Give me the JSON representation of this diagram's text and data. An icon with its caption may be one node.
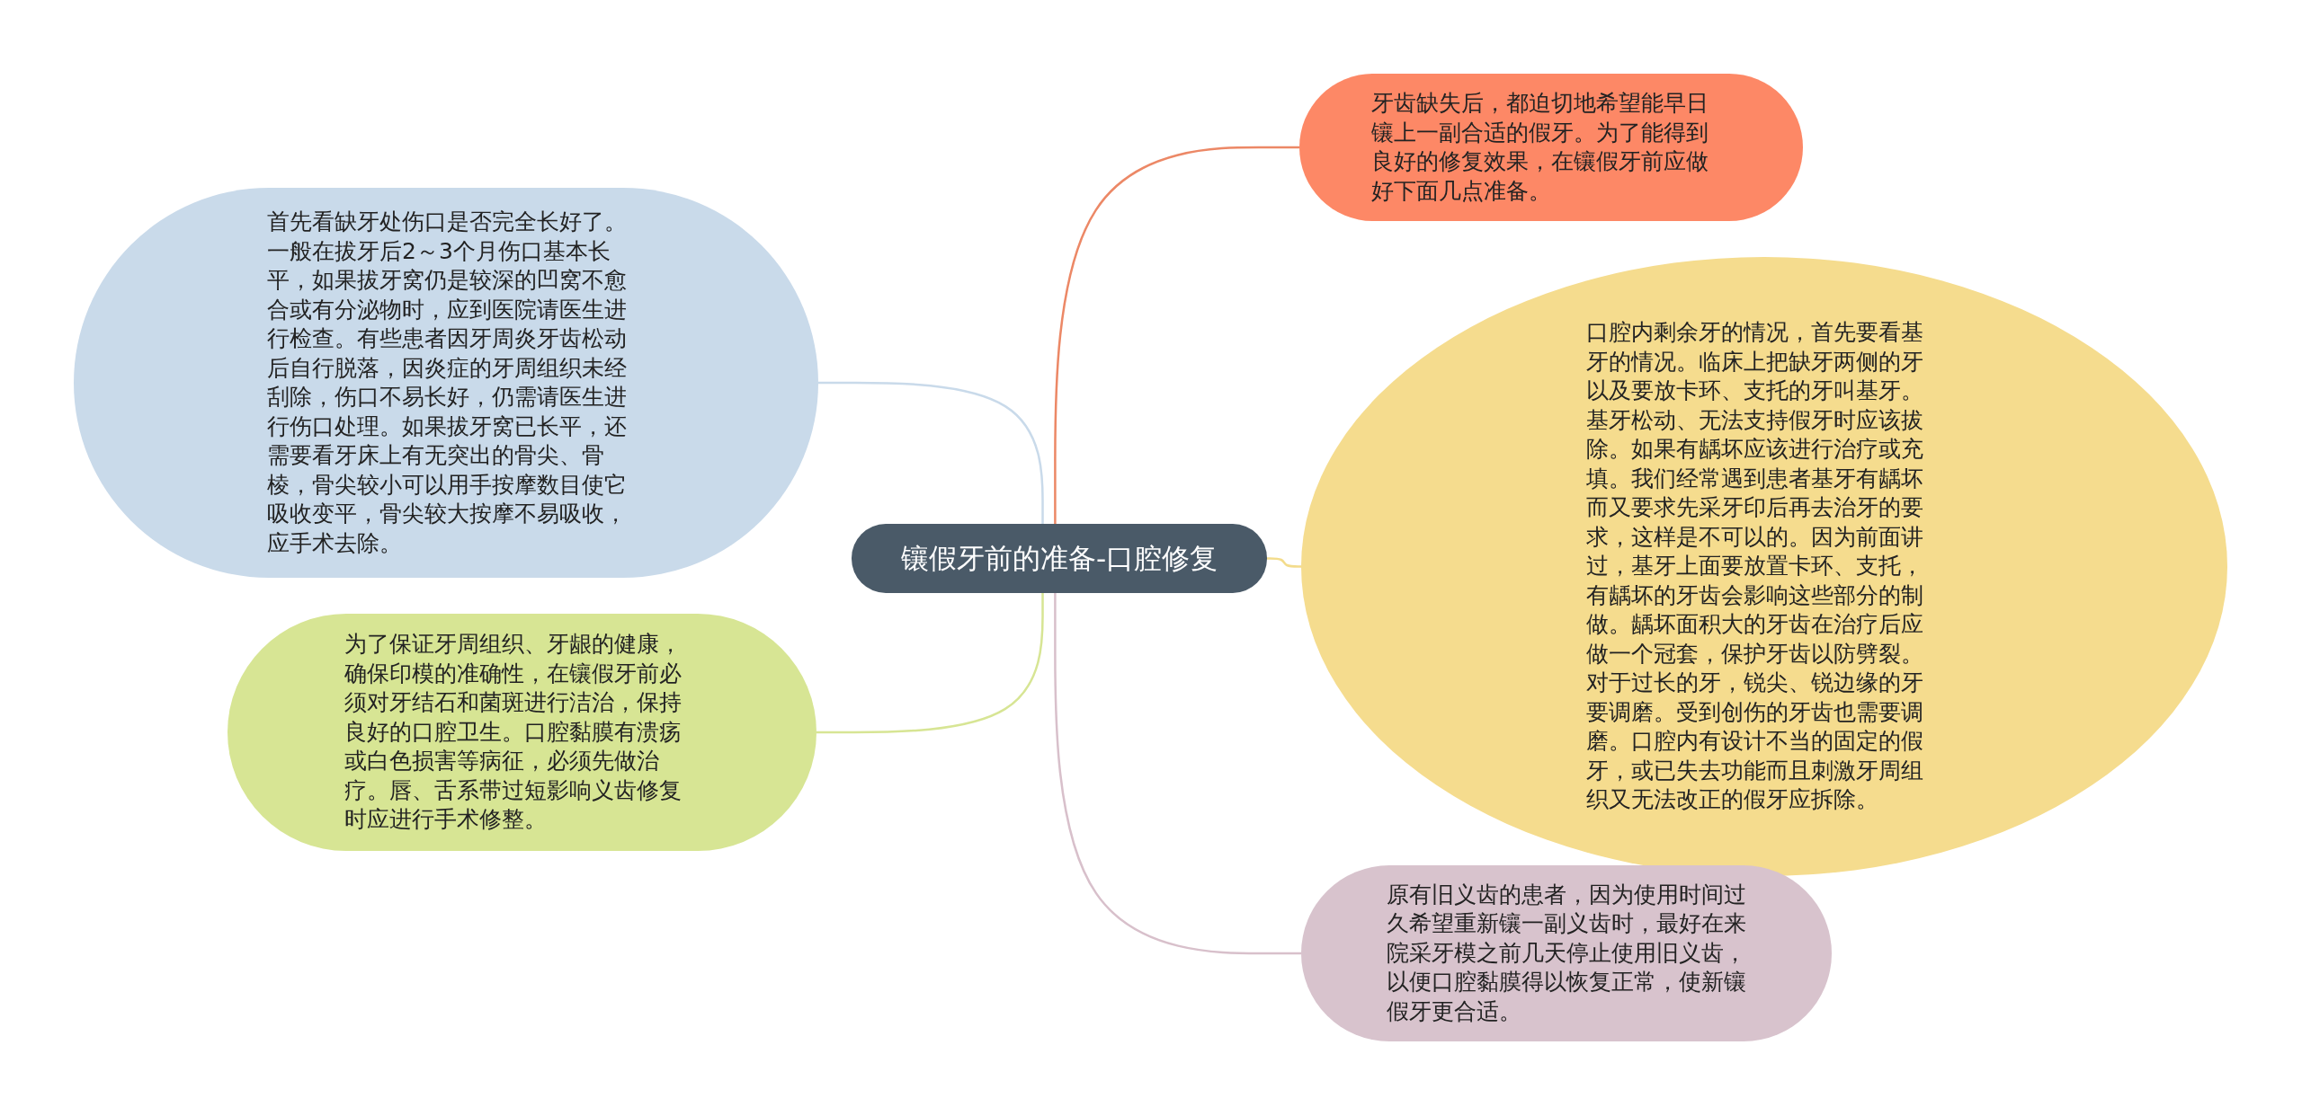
{
  "diagram": {
    "nodes": [
      {
        "text": [
          "镶假牙前的准备-口腔修复"
        ]
      },
      {
        "text": [
          "牙齿缺失后，都迫切地希望能早日镶上一副合适的假牙。为了能得到良好的修复效果，在镶假牙前应做好下面几点准备。"
        ]
      },
      {
        "text": [
          "首先看缺牙处伤口是否完全长好了。一般在拔牙后2～3个月伤口基本长平，如果拔牙窝仍是较深的凹窝不愈合或有分泌物时，应到医院请医生进行检查。有些患者因牙周炎牙齿松动后自行脱落，因炎症的牙周组织未经刮除，伤口不易长好，仍需请医生进行伤口处理。如果拔牙窝已长平，还需要看牙床上有无突出的骨尖、骨棱，骨尖较小可以用手按摩数目使它吸收变平，骨尖较大按摩不易吸收，应手术去除。"
        ]
      },
      {
        "text": [
          "口腔内剩余牙的情况，首先要看基牙的情况。临床上把缺牙两侧的牙以及要放卡环、支托的牙叫基牙。基牙松动、无法支持假牙时应该拔除。如果有龋坏应该进行治疗或充填。我们经常遇到患者基牙有龋坏而又要求先采牙印后再去治牙的要求，这样是不可以的。因为前面讲过，基牙上面要放置卡环、支托，有龋坏的牙齿会影响这些部分的制做。龋坏面积大的牙齿在治疗后应做一个冠套，保护牙齿以防劈裂。对于过长的牙，锐尖、锐边缘的牙要调磨。受到创伤的牙齿也需要调磨。口腔内有设计不当的固定的假牙，或已失去功能而且刺激牙周组织又无法改正的假牙应拆除。"
        ]
      },
      {
        "text": [
          "为了保证牙周组织、牙龈的健康，确保印模的准确性，在镶假牙前必须对牙结石和菌斑进行洁治，保持良好的口腔卫生。口腔黏膜有溃疡或白色损害等病征，必须先做治疗。唇、舌系带过短影响义齿修复时应进行手术修整。"
        ]
      },
      {
        "text": [
          "原有旧义齿的患者，因为使用时间过久希望重新镶一副义齿时，最好在来院采牙模之前几天停止使用旧义齿，以便口腔黏膜得以恢复正常，使新镶假牙更合适。"
        ]
      }
    ],
    "edges": [
      {
        "from": 0,
        "to": 1,
        "arrow": "none",
        "color": "#ec8866"
      },
      {
        "from": 0,
        "to": 2,
        "arrow": "none",
        "color": "#c9daea"
      },
      {
        "from": 0,
        "to": 3,
        "arrow": "none",
        "color": "#f3dc8c"
      },
      {
        "from": 0,
        "to": 4,
        "arrow": "none",
        "color": "#d7e594"
      },
      {
        "from": 0,
        "to": 5,
        "arrow": "none",
        "color": "#d8c0cb"
      }
    ]
  }
}
